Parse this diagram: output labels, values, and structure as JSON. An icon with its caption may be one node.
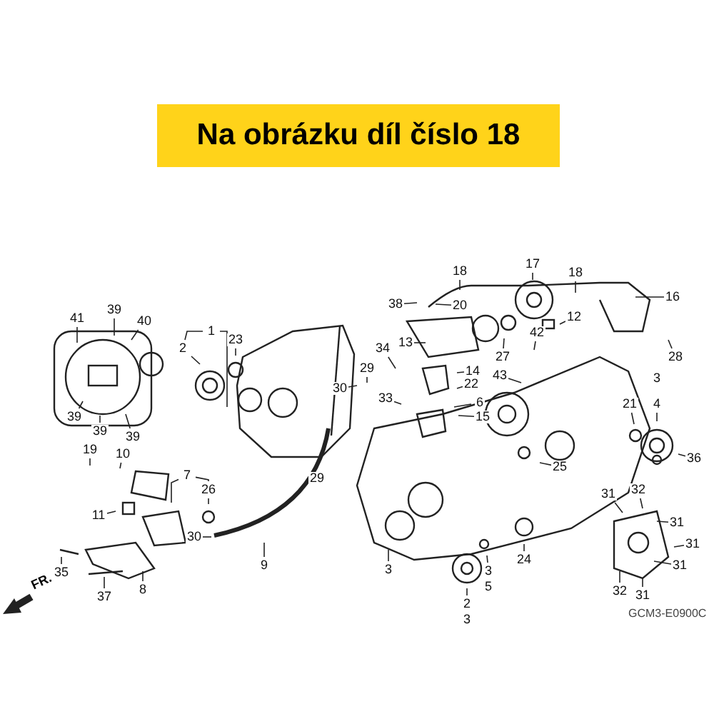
{
  "diagram": {
    "title": "Na obrázku díl číslo 18",
    "nodes": [
      {
        "text": [
          "18"
        ]
      },
      {
        "text": [
          "17"
        ]
      },
      {
        "text": [
          "18"
        ]
      },
      {
        "text": [
          "41"
        ]
      },
      {
        "text": [
          "39"
        ]
      },
      {
        "text": [
          "40"
        ]
      },
      {
        "text": [
          "38"
        ]
      },
      {
        "text": [
          "20"
        ]
      },
      {
        "text": [
          "12"
        ]
      },
      {
        "text": [
          "16"
        ]
      },
      {
        "text": [
          "1"
        ]
      },
      {
        "text": [
          "23"
        ]
      },
      {
        "text": [
          "13"
        ]
      },
      {
        "text": [
          "42"
        ]
      },
      {
        "text": [
          "2"
        ]
      },
      {
        "text": [
          "29"
        ]
      },
      {
        "text": [
          "34"
        ]
      },
      {
        "text": [
          "14"
        ]
      },
      {
        "text": [
          "27"
        ]
      },
      {
        "text": [
          "43"
        ]
      },
      {
        "text": [
          "28"
        ]
      },
      {
        "text": [
          "30"
        ]
      },
      {
        "text": [
          "33"
        ]
      },
      {
        "text": [
          "22"
        ]
      },
      {
        "text": [
          "6"
        ]
      },
      {
        "text": [
          "3"
        ]
      },
      {
        "text": [
          "4"
        ]
      },
      {
        "text": [
          "39"
        ]
      },
      {
        "text": [
          "39"
        ]
      },
      {
        "text": [
          "39"
        ]
      },
      {
        "text": [
          "15"
        ]
      },
      {
        "text": [
          "21"
        ]
      },
      {
        "text": [
          "19"
        ]
      },
      {
        "text": [
          "10"
        ]
      },
      {
        "text": [
          "7"
        ]
      },
      {
        "text": [
          "29"
        ]
      },
      {
        "text": [
          "25"
        ]
      },
      {
        "text": [
          "36"
        ]
      },
      {
        "text": [
          "26"
        ]
      },
      {
        "text": [
          "31"
        ]
      },
      {
        "text": [
          "32"
        ]
      },
      {
        "text": [
          "11"
        ]
      },
      {
        "text": [
          "31"
        ]
      },
      {
        "text": [
          "30"
        ]
      },
      {
        "text": [
          "31"
        ]
      },
      {
        "text": [
          "9"
        ]
      },
      {
        "text": [
          "24"
        ]
      },
      {
        "text": [
          "31"
        ]
      },
      {
        "text": [
          "3"
        ]
      },
      {
        "text": [
          "3"
        ]
      },
      {
        "text": [
          "35"
        ]
      },
      {
        "text": [
          "5"
        ]
      },
      {
        "text": [
          "8"
        ]
      },
      {
        "text": [
          "32"
        ]
      },
      {
        "text": [
          "31"
        ]
      },
      {
        "text": [
          "37"
        ]
      },
      {
        "text": [
          "2"
        ]
      },
      {
        "text": [
          "3"
        ]
      }
    ],
    "edges": [
      {
        "from": 0,
        "to": null,
        "arrow": "none"
      },
      {
        "from": 1,
        "to": null,
        "arrow": "none"
      },
      {
        "from": 2,
        "to": null,
        "arrow": "none"
      },
      {
        "from": 3,
        "to": null,
        "arrow": "none"
      },
      {
        "from": 4,
        "to": null,
        "arrow": "none"
      },
      {
        "from": 5,
        "to": null,
        "arrow": "none"
      },
      {
        "from": 6,
        "to": null,
        "arrow": "none"
      },
      {
        "from": 7,
        "to": null,
        "arrow": "none"
      },
      {
        "from": 8,
        "to": null,
        "arrow": "none"
      },
      {
        "from": 9,
        "to": null,
        "arrow": "none"
      },
      {
        "from": 10,
        "to": null,
        "arrow": "none"
      },
      {
        "from": 10,
        "to": 14,
        "arrow": "none"
      },
      {
        "from": 11,
        "to": null,
        "arrow": "none"
      },
      {
        "from": 12,
        "to": null,
        "arrow": "none"
      },
      {
        "from": 13,
        "to": null,
        "arrow": "none"
      },
      {
        "from": 14,
        "to": null,
        "arrow": "none"
      },
      {
        "from": 15,
        "to": null,
        "arrow": "none"
      },
      {
        "from": 16,
        "to": null,
        "arrow": "none"
      },
      {
        "from": 17,
        "to": null,
        "arrow": "none"
      },
      {
        "from": 18,
        "to": null,
        "arrow": "none"
      },
      {
        "from": 19,
        "to": null,
        "arrow": "none"
      },
      {
        "from": 20,
        "to": null,
        "arrow": "none"
      },
      {
        "from": 21,
        "to": null,
        "arrow": "none"
      },
      {
        "from": 22,
        "to": null,
        "arrow": "none"
      },
      {
        "from": 23,
        "to": null,
        "arrow": "none"
      },
      {
        "from": 24,
        "to": null,
        "arrow": "none"
      },
      {
        "from": 26,
        "to": null,
        "arrow": "none"
      },
      {
        "from": 27,
        "to": null,
        "arrow": "none"
      },
      {
        "from": 28,
        "to": null,
        "arrow": "none"
      },
      {
        "from": 29,
        "to": null,
        "arrow": "none"
      },
      {
        "from": 30,
        "to": null,
        "arrow": "none"
      },
      {
        "from": 31,
        "to": null,
        "arrow": "none"
      },
      {
        "from": 32,
        "to": null,
        "arrow": "none"
      },
      {
        "from": 33,
        "to": null,
        "arrow": "none"
      },
      {
        "from": 34,
        "to": null,
        "arrow": "none"
      },
      {
        "from": 34,
        "to": 38,
        "arrow": "none"
      },
      {
        "from": 36,
        "to": null,
        "arrow": "none"
      },
      {
        "from": 37,
        "to": null,
        "arrow": "none"
      },
      {
        "from": 38,
        "to": null,
        "arrow": "none"
      },
      {
        "from": 39,
        "to": null,
        "arrow": "none"
      },
      {
        "from": 40,
        "to": null,
        "arrow": "none"
      },
      {
        "from": 41,
        "to": null,
        "arrow": "none"
      },
      {
        "from": 42,
        "to": null,
        "arrow": "none"
      },
      {
        "from": 43,
        "to": null,
        "arrow": "none"
      },
      {
        "from": 44,
        "to": null,
        "arrow": "none"
      },
      {
        "from": 45,
        "to": null,
        "arrow": "none"
      },
      {
        "from": 46,
        "to": null,
        "arrow": "none"
      },
      {
        "from": 47,
        "to": null,
        "arrow": "none"
      },
      {
        "from": 48,
        "to": null,
        "arrow": "none"
      },
      {
        "from": 49,
        "to": null,
        "arrow": "none"
      },
      {
        "from": 50,
        "to": null,
        "arrow": "none"
      },
      {
        "from": 52,
        "to": null,
        "arrow": "none"
      },
      {
        "from": 53,
        "to": null,
        "arrow": "none"
      },
      {
        "from": 54,
        "to": null,
        "arrow": "none"
      },
      {
        "from": 55,
        "to": null,
        "arrow": "none"
      },
      {
        "from": 56,
        "to": null,
        "arrow": "none"
      }
    ],
    "labels": [
      "FR.",
      "GCM3-E0900C"
    ]
  }
}
